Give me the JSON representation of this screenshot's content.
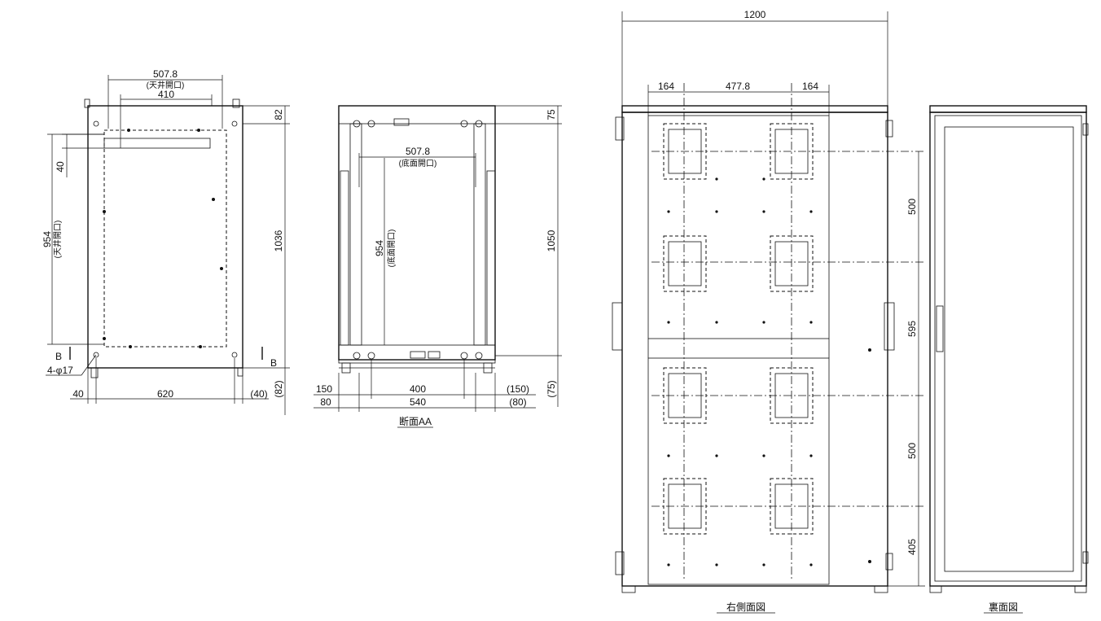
{
  "top_view": {
    "dim_top_outer": "507.8",
    "dim_top_outer_note": "(天井開口)",
    "dim_top_inner": "410",
    "dim_left_40": "40",
    "dim_left_954": "954",
    "dim_left_954_note": "(天井開口)",
    "dim_right_82": "82",
    "dim_right_1036": "1036",
    "dim_right_82_paren": "(82)",
    "dim_bottom_40": "40",
    "dim_bottom_620": "620",
    "dim_bottom_40_paren": "(40)",
    "hole_label": "4-φ17",
    "section_mark_left": "B",
    "section_mark_right": "B"
  },
  "section_view": {
    "dim_507": "507.8",
    "dim_507_note": "(底面開口)",
    "dim_954": "954",
    "dim_954_note": "(底面開口)",
    "dim_75": "75",
    "dim_1050": "1050",
    "dim_75_paren": "(75)",
    "dim_150": "150",
    "dim_400": "400",
    "dim_150_paren": "(150)",
    "dim_80": "80",
    "dim_540": "540",
    "dim_80_paren": "(80)",
    "caption": "断面AA"
  },
  "side_view": {
    "dim_1200": "1200",
    "dim_164a": "164",
    "dim_477": "477.8",
    "dim_164b": "164",
    "dim_500a": "500",
    "dim_595": "595",
    "dim_500b": "500",
    "dim_405": "405",
    "caption": "右側面図"
  },
  "rear_view": {
    "caption": "裏面図"
  }
}
